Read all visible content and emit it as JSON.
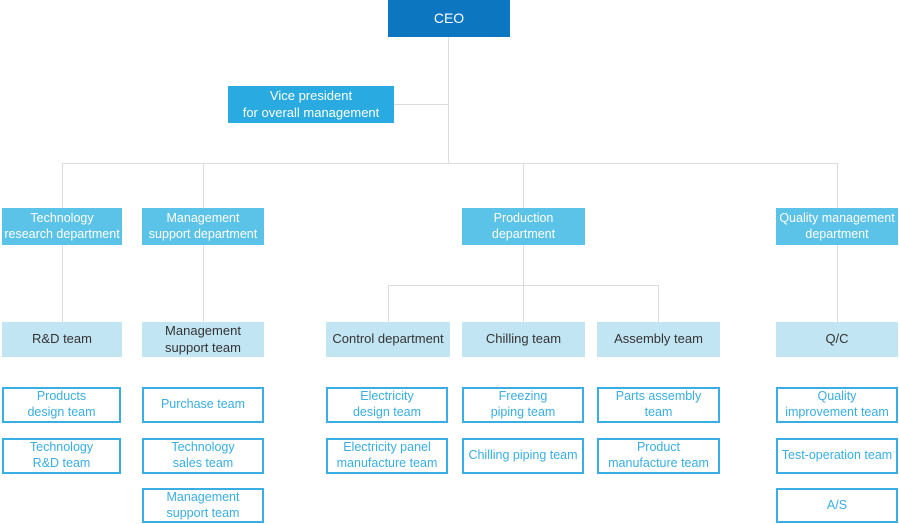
{
  "chart": {
    "ceo": {
      "label": "CEO"
    },
    "vice_president": {
      "label": "Vice president\nfor overall management"
    },
    "departments": [
      {
        "label": "Technology\nresearch department",
        "columns": [
          {
            "team": "R&D team",
            "subteams": [
              "Products\ndesign team",
              "Technology\nR&D team"
            ]
          }
        ]
      },
      {
        "label": "Management\nsupport department",
        "columns": [
          {
            "team": "Management\nsupport team",
            "subteams": [
              "Purchase team",
              "Technology\nsales team",
              "Management\nsupport team"
            ]
          }
        ]
      },
      {
        "label": "Production\ndepartment",
        "columns": [
          {
            "team": "Control department",
            "subteams": [
              "Electricity\ndesign team",
              "Electricity panel\nmanufacture team"
            ]
          },
          {
            "team": "Chilling team",
            "subteams": [
              "Freezing\npiping team",
              "Chilling piping team"
            ]
          },
          {
            "team": "Assembly team",
            "subteams": [
              "Parts assembly\nteam",
              "Product\nmanufacture team"
            ]
          }
        ]
      },
      {
        "label": "Quality management\ndepartment",
        "columns": [
          {
            "team": "Q/C",
            "subteams": [
              "Quality\nimprovement team",
              "Test-operation team",
              "A/S"
            ]
          }
        ]
      }
    ],
    "colors": {
      "ceo_bg": "#0d76c1",
      "vice_president_bg": "#29abe2",
      "department_bg": "#5bc2e8",
      "team_bg": "#c2e5f3",
      "team_text": "#333333",
      "subteam_border": "#3aaee2",
      "subteam_text": "#3aaee2",
      "top_text": "#ffffff",
      "connector_line": "#dcdcdc"
    }
  }
}
